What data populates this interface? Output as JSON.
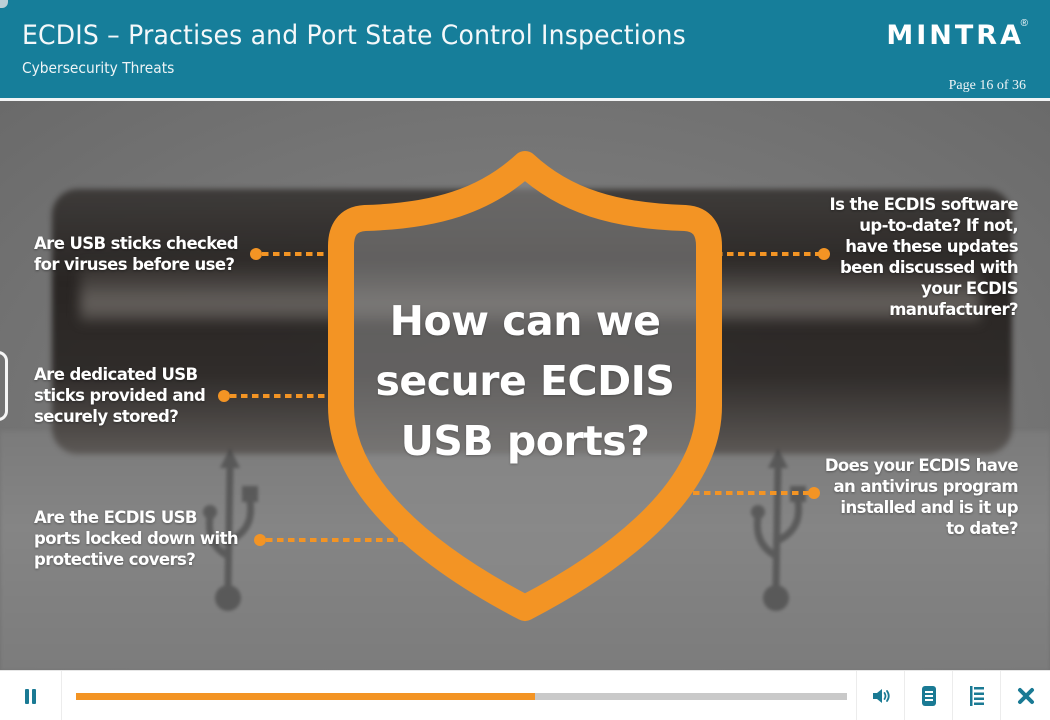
{
  "header": {
    "title": "ECDIS – Practises and Port State Control Inspections",
    "subtitle": "Cybersecurity Threats",
    "logo": "MINTRA",
    "logo_mark": "®",
    "page_indicator": "Page 16 of 36",
    "background_color": "#167e9a"
  },
  "slide": {
    "central_question": {
      "lines": [
        "How can we",
        "secure ECDIS",
        "USB ports?"
      ]
    },
    "accent_color": "#f39424",
    "callouts": [
      {
        "id": "usb-sticks-checked",
        "side": "left",
        "lines": [
          "Are USB sticks checked",
          "for viruses before use?"
        ]
      },
      {
        "id": "dedicated-usb-sticks",
        "side": "left",
        "lines": [
          "Are dedicated USB",
          "sticks provided and",
          "securely stored?"
        ]
      },
      {
        "id": "ports-locked-down",
        "side": "left",
        "lines": [
          "Are the ECDIS USB",
          "ports locked down with",
          "protective covers?"
        ]
      },
      {
        "id": "software-up-to-date",
        "side": "right",
        "lines": [
          "Is the ECDIS software",
          "up-to-date? If not,",
          "have these updates",
          "been discussed with",
          "your ECDIS",
          "manufacturer?"
        ]
      },
      {
        "id": "antivirus-installed",
        "side": "right",
        "lines": [
          "Does your ECDIS have",
          "an antivirus program",
          "installed and is it up",
          "to date?"
        ]
      }
    ]
  },
  "player": {
    "pause_icon": "pause-icon",
    "progress_percent": 59.5,
    "controls": [
      {
        "name": "volume",
        "icon": "speaker-icon"
      },
      {
        "name": "notes",
        "icon": "notes-icon"
      },
      {
        "name": "menu",
        "icon": "outline-list-icon"
      },
      {
        "name": "close",
        "icon": "close-icon"
      }
    ],
    "icon_color": "#1a7a94",
    "progress_color": "#f39424"
  }
}
